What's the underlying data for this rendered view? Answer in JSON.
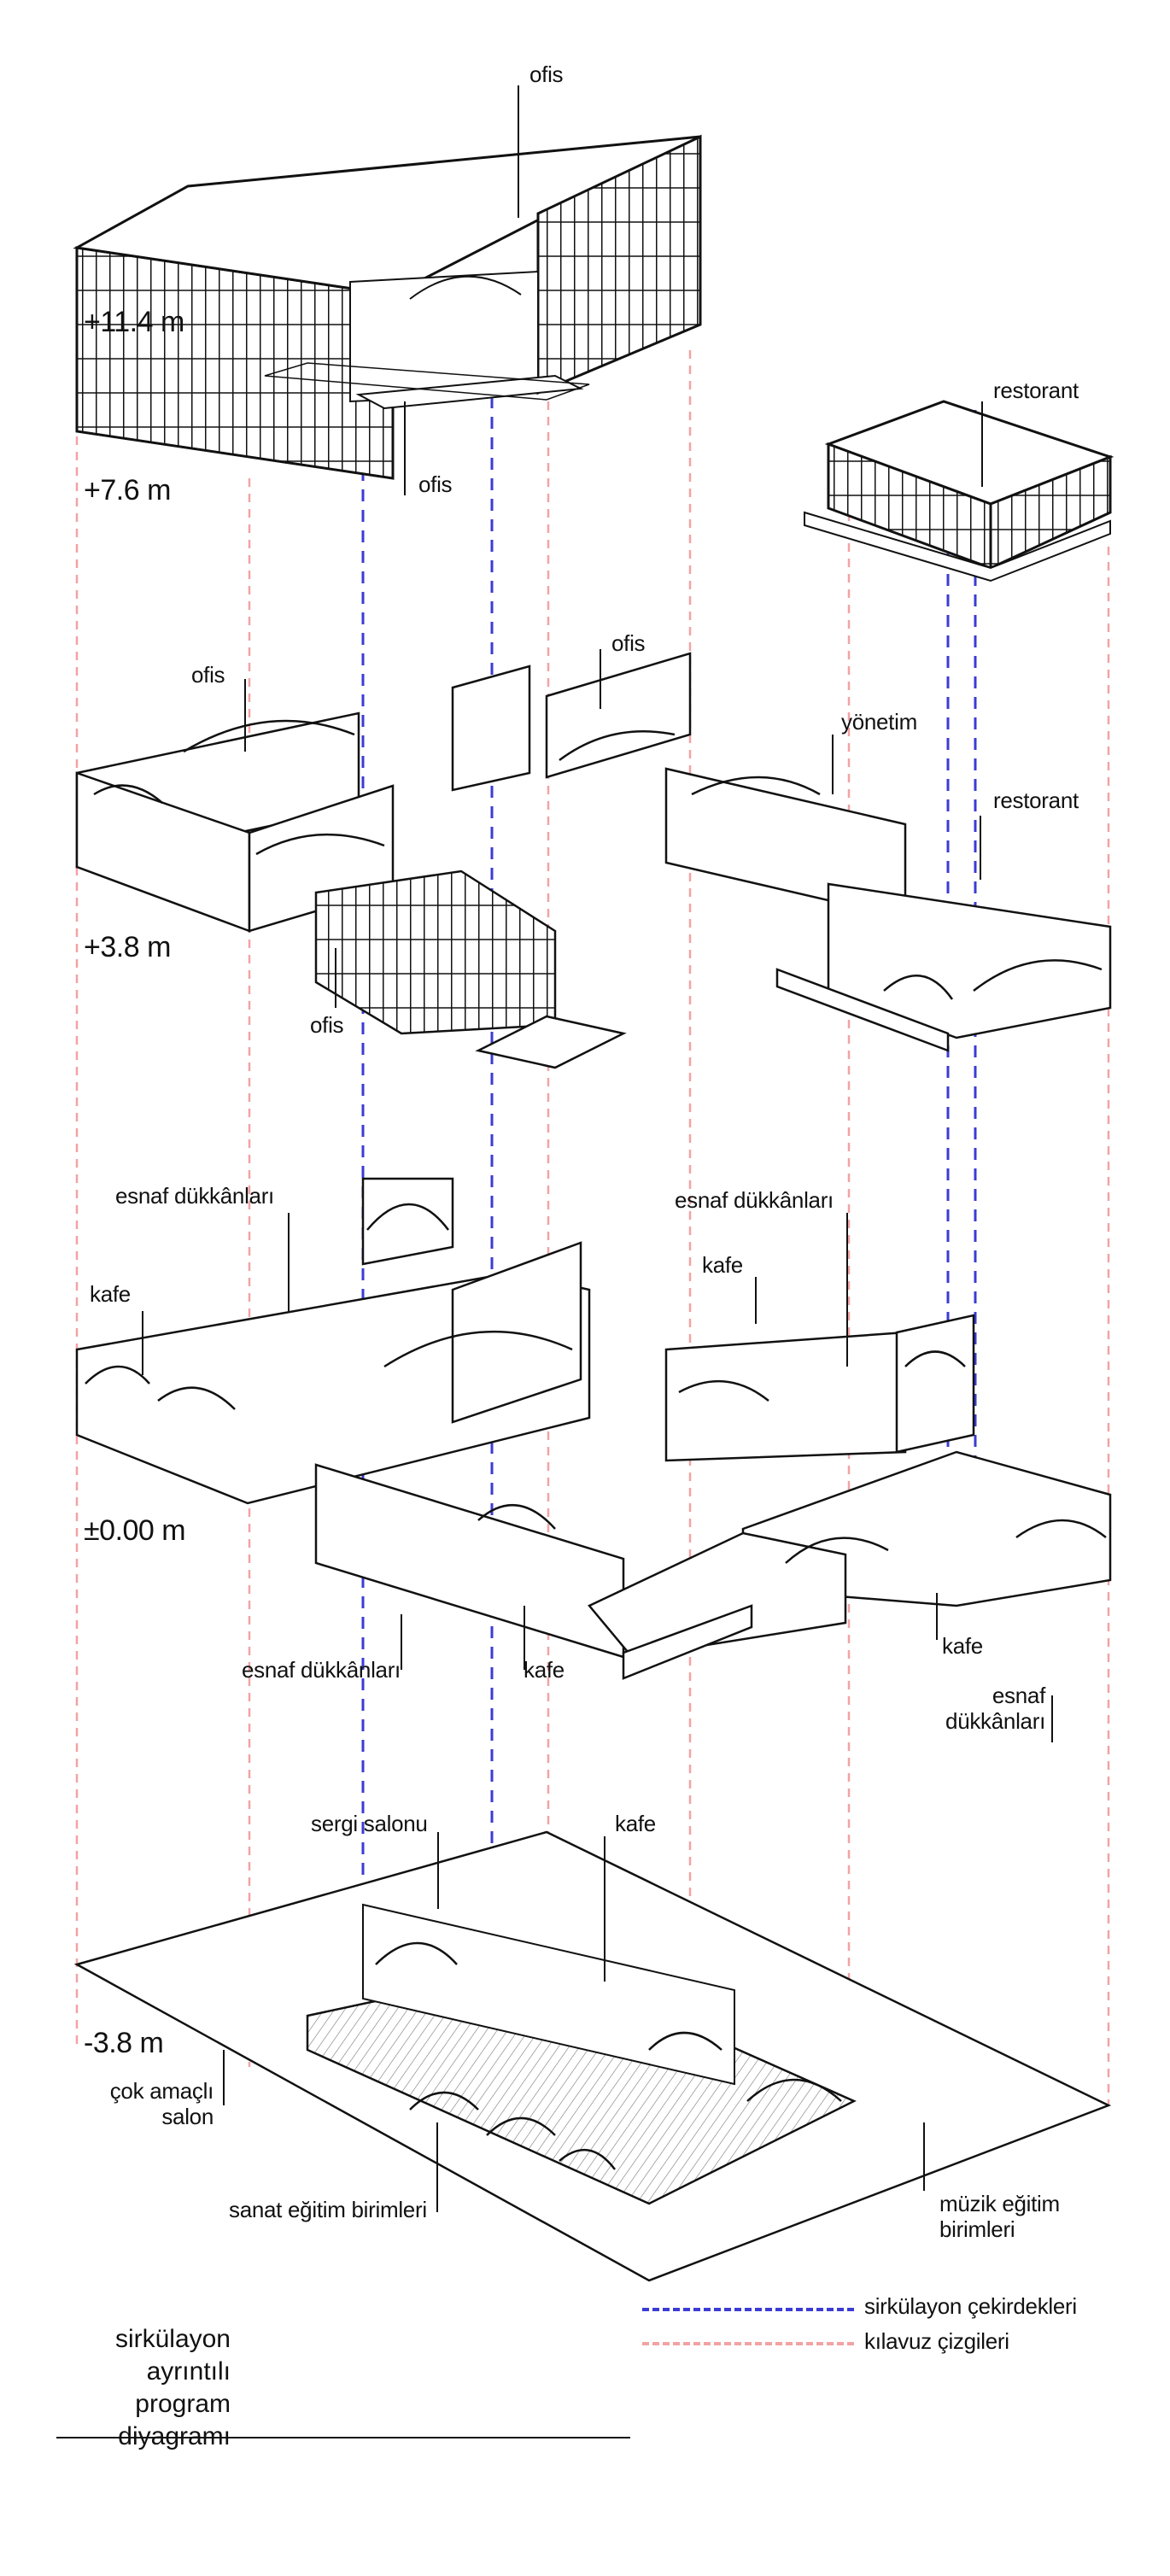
{
  "levels": {
    "l114": "+11.4 m",
    "l76": "+7.6 m",
    "l38": "+3.8 m",
    "l00": "±0.00 m",
    "lm38": "-3.8 m"
  },
  "labels": {
    "ofis_top": "ofis",
    "ofis_76": "ofis",
    "restorant_top": "restorant",
    "ofis_38_left": "ofis",
    "ofis_38_mid": "ofis",
    "yonetim": "yönetim",
    "restorant_38": "restorant",
    "ofis_38_low": "ofis",
    "esnaf_1": "esnaf dükkânları",
    "esnaf_2": "esnaf dükkânları",
    "kafe_1": "kafe",
    "kafe_2": "kafe",
    "esnaf_3": "esnaf dükkânları",
    "kafe_3": "kafe",
    "kafe_4": "kafe",
    "esnaf_4_line1": "esnaf",
    "esnaf_4_line2": "dükkânları",
    "sergi": "sergi salonu",
    "kafe_5": "kafe",
    "cok_line1": "çok amaçlı",
    "cok_line2": "salon",
    "sanat": "sanat eğitim birimleri",
    "muzik_line1": "müzik eğitim",
    "muzik_line2": "birimleri"
  },
  "legend": {
    "circulation": "sirkülayon çekirdekleri",
    "guides": "kılavuz çizgileri",
    "circulation_color": "#3b3bd6",
    "guides_color": "#f2a3a3"
  },
  "title": {
    "line1": "sirkülayon",
    "line2": "ayrıntılı program",
    "line3": "diyagramı"
  }
}
